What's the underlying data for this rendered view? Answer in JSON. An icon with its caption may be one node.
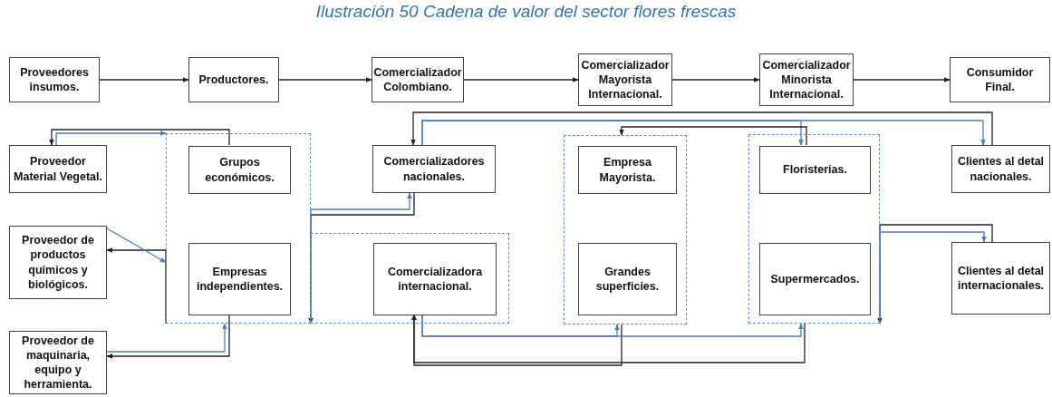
{
  "diagram": {
    "title": "Ilustración 50 Cadena de valor del sector flores frescas",
    "nodes": [
      {
        "text": [
          "Proveedores insumos."
        ]
      },
      {
        "text": [
          "Productores."
        ]
      },
      {
        "text": [
          "Comercializador Colombiano."
        ]
      },
      {
        "text": [
          "Comercializador Mayorista Internacional."
        ]
      },
      {
        "text": [
          "Comercializador Minorista Internacional."
        ]
      },
      {
        "text": [
          "Consumidor Final."
        ]
      },
      {
        "text": [
          "Proveedor Material Vegetal."
        ]
      },
      {
        "text": [],
        "shape": "box"
      },
      {
        "text": [
          "Grupos económicos."
        ],
        "in": 7
      },
      {
        "text": [
          "Comercializadores nacionales."
        ]
      },
      {
        "text": [],
        "shape": "box"
      },
      {
        "text": [
          "Empresa Mayorista."
        ],
        "in": 10
      },
      {
        "text": [],
        "shape": "box"
      },
      {
        "text": [
          "Floristerias."
        ],
        "in": 12
      },
      {
        "text": [
          "Clientes al detal nacionales."
        ]
      },
      {
        "text": [
          "Proveedor de productos quimicos y biológicos."
        ]
      },
      {
        "text": [
          "Empresas independientes."
        ],
        "in": 7
      },
      {
        "text": [],
        "shape": "box"
      },
      {
        "text": [
          "Comercializadora internacional."
        ],
        "in": 17
      },
      {
        "text": [
          "Grandes superficies."
        ],
        "in": 10
      },
      {
        "text": [
          "Supermercados."
        ],
        "in": 12
      },
      {
        "text": [
          "Clientes al detal internacionales."
        ]
      },
      {
        "text": [
          "Proveedor de maquinaria, equipo y herramienta."
        ]
      }
    ],
    "edges": [
      {
        "from": 0,
        "to": 1,
        "arrow": "to"
      },
      {
        "from": 1,
        "to": 2,
        "arrow": "to"
      },
      {
        "from": 2,
        "to": 3,
        "arrow": "to"
      },
      {
        "from": 3,
        "to": 4,
        "arrow": "to"
      },
      {
        "from": 4,
        "to": 5,
        "arrow": "to"
      },
      {
        "from": 8,
        "to": 6,
        "arrow": "to"
      },
      {
        "from": 6,
        "to": 7,
        "arrow": "to",
        "color": "#4a7ebb"
      },
      {
        "from": 7,
        "to": 15,
        "arrow": "to"
      },
      {
        "from": 15,
        "to": 7,
        "arrow": "to",
        "color": "#4a7ebb"
      },
      {
        "from": 16,
        "to": 22,
        "arrow": "to"
      },
      {
        "from": 22,
        "to": 7,
        "arrow": "to",
        "color": "#4a7ebb"
      },
      {
        "from": 9,
        "to": 7,
        "arrow": "to"
      },
      {
        "from": 7,
        "to": 9,
        "arrow": "to",
        "color": "#4a7ebb"
      },
      {
        "from": 14,
        "to": 9,
        "arrow": "to"
      },
      {
        "from": 9,
        "to": 14,
        "arrow": "to",
        "color": "#4a7ebb"
      },
      {
        "from": 9,
        "to": 13,
        "arrow": "to",
        "color": "#4a7ebb"
      },
      {
        "from": 13,
        "to": 10,
        "arrow": "to"
      },
      {
        "from": 21,
        "to": 12,
        "arrow": "to"
      },
      {
        "from": 12,
        "to": 21,
        "arrow": "to",
        "color": "#4a7ebb"
      },
      {
        "from": 10,
        "to": 18,
        "arrow": "to"
      },
      {
        "from": 12,
        "to": 18,
        "arrow": "to"
      },
      {
        "from": 18,
        "to": 10,
        "arrow": "to",
        "color": "#4a7ebb"
      },
      {
        "from": 18,
        "to": 12,
        "arrow": "to",
        "color": "#4a7ebb"
      }
    ]
  }
}
